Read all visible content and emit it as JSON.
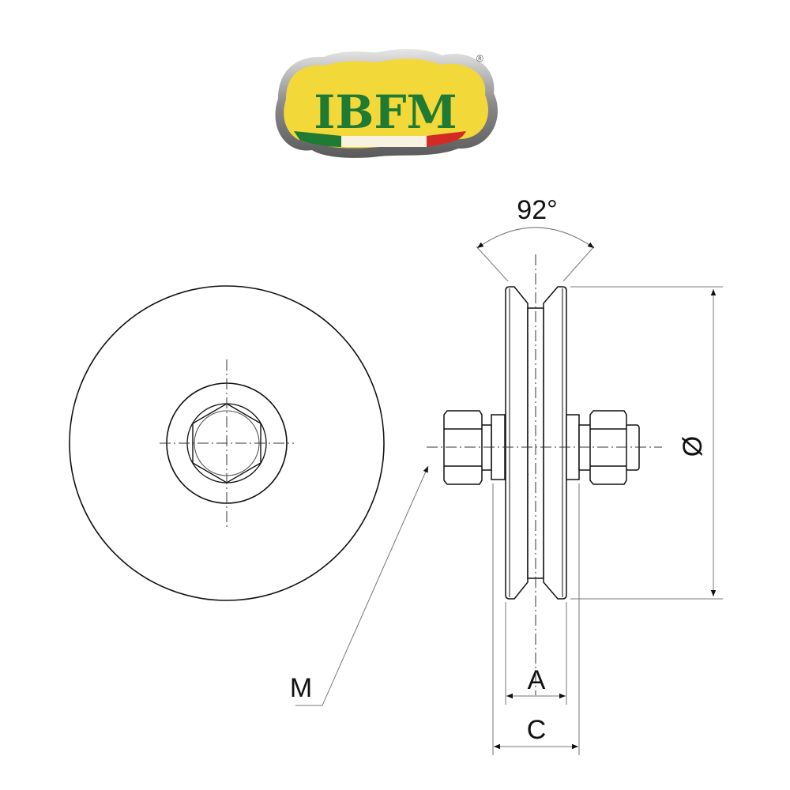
{
  "logo": {
    "text": "IBFM",
    "registered": "®",
    "colors": {
      "yellow": "#f3d83a",
      "green": "#1f7a34",
      "red": "#d32a26",
      "frame": "#8a8a8a"
    }
  },
  "labels": {
    "angle": "92°",
    "diameter": "Ø",
    "width_a": "A",
    "width_c": "C",
    "thread": "M"
  },
  "colors": {
    "line": "#111111",
    "dim": "#777777"
  }
}
